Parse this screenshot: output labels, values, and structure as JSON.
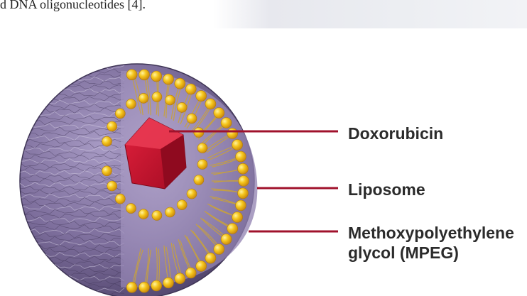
{
  "header_snippet": "d DNA oligonucleotides [4].",
  "labels": {
    "doxorubicin": "Doxorubicin",
    "liposome": "Liposome",
    "mpeg_line1": "Methoxypolyethylene",
    "mpeg_line2": "glycol (MPEG)"
  },
  "colors": {
    "outer_shell": "#7b6c9a",
    "inner_section": "#9c8cb8",
    "bead": "#f2c21a",
    "bead_stroke": "#c48a10",
    "drug": "#c8102e",
    "callout_line": "#a0122c",
    "tail": "#c9a23a"
  }
}
